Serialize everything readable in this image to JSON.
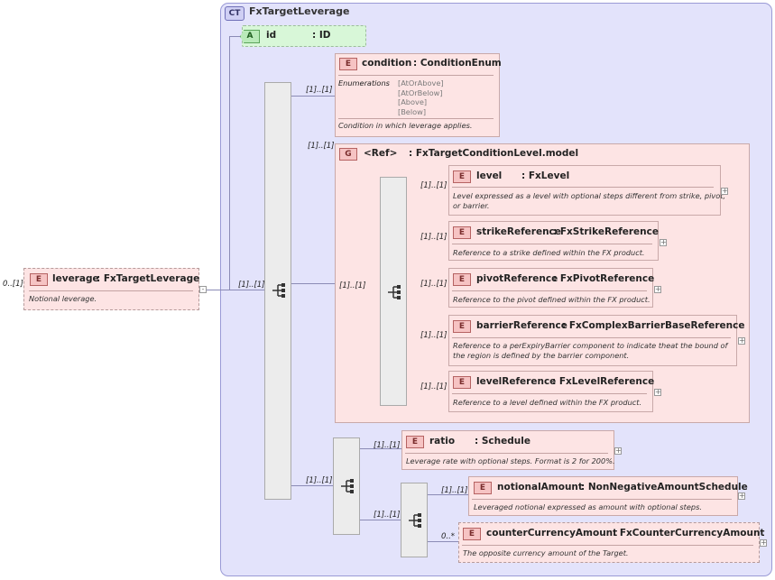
{
  "complex_type": {
    "badge": "CT",
    "title": "FxTargetLeverage"
  },
  "attribute": {
    "badge": "A",
    "name": "id",
    "type": ": ID"
  },
  "root": {
    "badge": "E",
    "name": "leverage",
    "type": ": FxTargetLeverage",
    "doc": "Notional leverage.",
    "card_left": "0..[1]",
    "card_right": "[1]..[1]"
  },
  "seq_main": {
    "card_top": "[1]..[1]",
    "card_group": "[1]..[1]",
    "card_bottom": "[1]..[1]"
  },
  "condition": {
    "badge": "E",
    "name": "condition",
    "type": ": ConditionEnum",
    "enum_label": "Enumerations",
    "enums": [
      "[AtOrAbove]",
      "[AtOrBelow]",
      "[Above]",
      "[Below]"
    ],
    "doc": "Condition in which leverage applies."
  },
  "group": {
    "badge": "G",
    "name": "<Ref>",
    "type": ": FxTargetConditionLevel.model",
    "seq_card": "[1]..[1]"
  },
  "group_items": [
    {
      "badge": "E",
      "name": "level",
      "type": ": FxLevel",
      "card": "[1]..[1]",
      "doc1": "Level expressed as a level with optional steps different from strike, pivot,",
      "doc2": "or barrier."
    },
    {
      "badge": "E",
      "name": "strikeReference",
      "type": ": FxStrikeReference",
      "card": "[1]..[1]",
      "doc1": "Reference to a strike defined within the FX product.",
      "doc2": ""
    },
    {
      "badge": "E",
      "name": "pivotReference",
      "type": ": FxPivotReference",
      "card": "[1]..[1]",
      "doc1": "Reference to the pivot defined within the FX product.",
      "doc2": ""
    },
    {
      "badge": "E",
      "name": "barrierReference",
      "type": ": FxComplexBarrierBaseReference",
      "card": "[1]..[1]",
      "doc1": "Reference to a perExpiryBarrier component to indicate theat the bound of",
      "doc2": "the region is defined by the barrier component."
    },
    {
      "badge": "E",
      "name": "levelReference",
      "type": ": FxLevelReference",
      "card": "[1]..[1]",
      "doc1": "Reference to a level defined within the FX product.",
      "doc2": ""
    }
  ],
  "ratio": {
    "badge": "E",
    "name": "ratio",
    "type": ": Schedule",
    "card": "[1]..[1]",
    "doc": "Leverage rate with optional steps. Format is 2 for 200%."
  },
  "notional": {
    "badge": "E",
    "name": "notionalAmount",
    "type": ": NonNegativeAmountSchedule",
    "card": "[1]..[1]",
    "doc": "Leveraged notional expressed as amount with optional steps."
  },
  "counter": {
    "badge": "E",
    "name": "counterCurrencyAmount",
    "type": ": FxCounterCurrencyAmount",
    "card": "0..*",
    "doc": "The opposite currency amount of the Target."
  },
  "seq_inner": {
    "card": "[1]..[1]"
  },
  "icons": {
    "sequence": "sequence-compositor-icon",
    "expand": "plus-expand-icon"
  }
}
